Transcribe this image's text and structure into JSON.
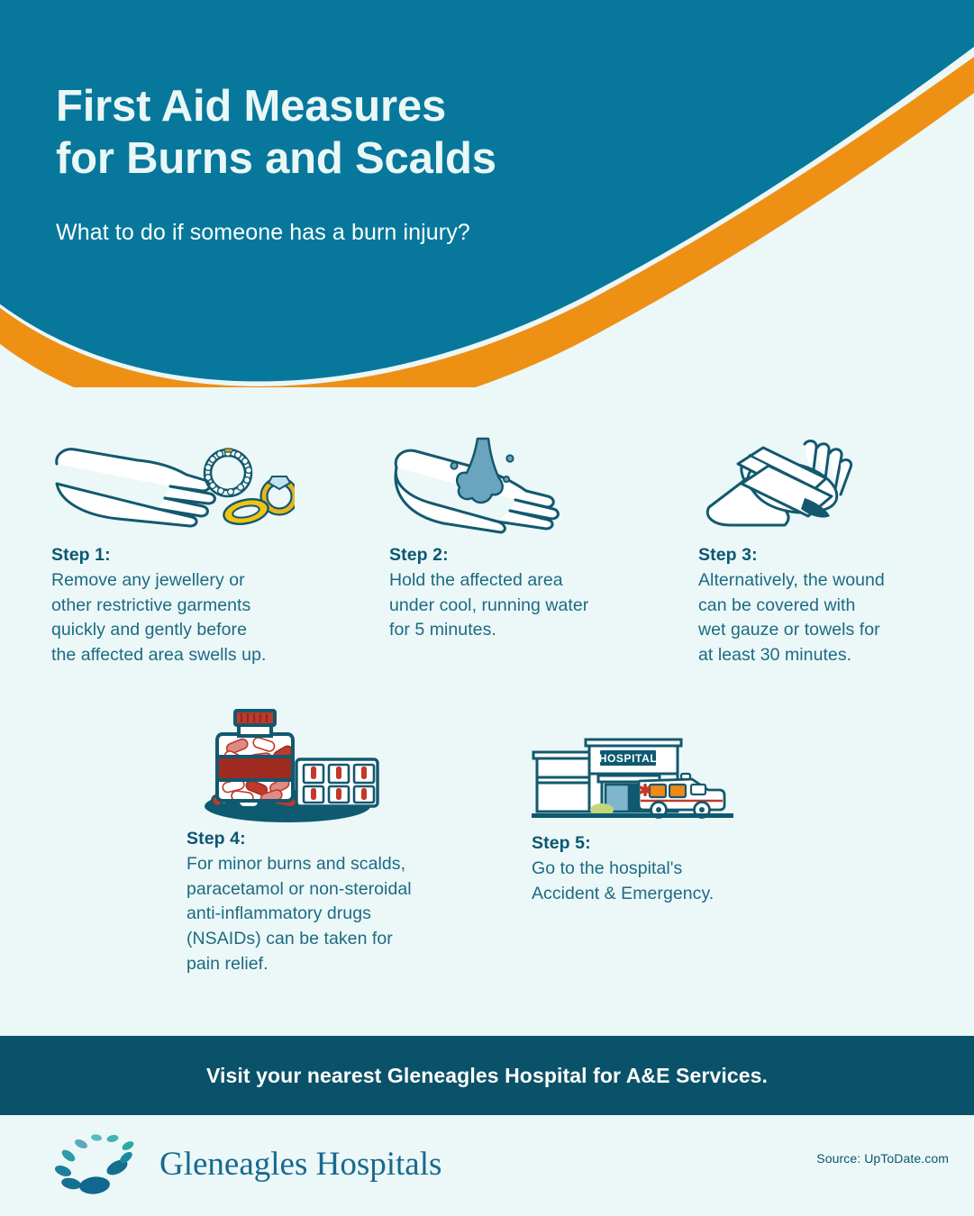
{
  "header": {
    "title": "First Aid Measures\nfor Burns and Scalds",
    "subtitle": "What to do if someone has a burn injury?",
    "bg_color": "#07789b",
    "wave_color": "#ed9014",
    "title_color": "#eaf7f7"
  },
  "page": {
    "background": "#ecf7f7",
    "text_color": "#1b6b83",
    "heading_color": "#0b5772"
  },
  "steps": [
    {
      "label": "Step 1:",
      "body": "Remove any jewellery or\nother restrictive garments\nquickly and gently before\nthe affected area swells up.",
      "icon": "hand-with-jewellery-icon"
    },
    {
      "label": "Step 2:",
      "body": "Hold the affected area\nunder cool, running water\nfor 5 minutes.",
      "icon": "hand-under-running-water-icon"
    },
    {
      "label": "Step 3:",
      "body": "Alternatively, the wound\ncan be covered with\nwet gauze or towels for\nat least 30 minutes.",
      "icon": "bandaged-hand-icon"
    },
    {
      "label": "Step 4:",
      "body": "For minor burns and scalds,\nparacetamol or non-steroidal\nanti-inflammatory drugs\n(NSAIDs) can be taken for\npain relief.",
      "icon": "pill-bottle-icon"
    },
    {
      "label": "Step 5:",
      "body": "Go to the hospital's\nAccident & Emergency.",
      "icon": "hospital-ambulance-icon"
    }
  ],
  "icon_labels": {
    "hospital_sign": "HOSPITAL"
  },
  "cta": {
    "text": "Visit your nearest Gleneagles Hospital for A&E Services.",
    "band_color": "#0a5269"
  },
  "footer": {
    "brand": "Gleneagles Hospitals",
    "source": "Source: UpToDate.com",
    "brand_color": "#176a8e"
  }
}
